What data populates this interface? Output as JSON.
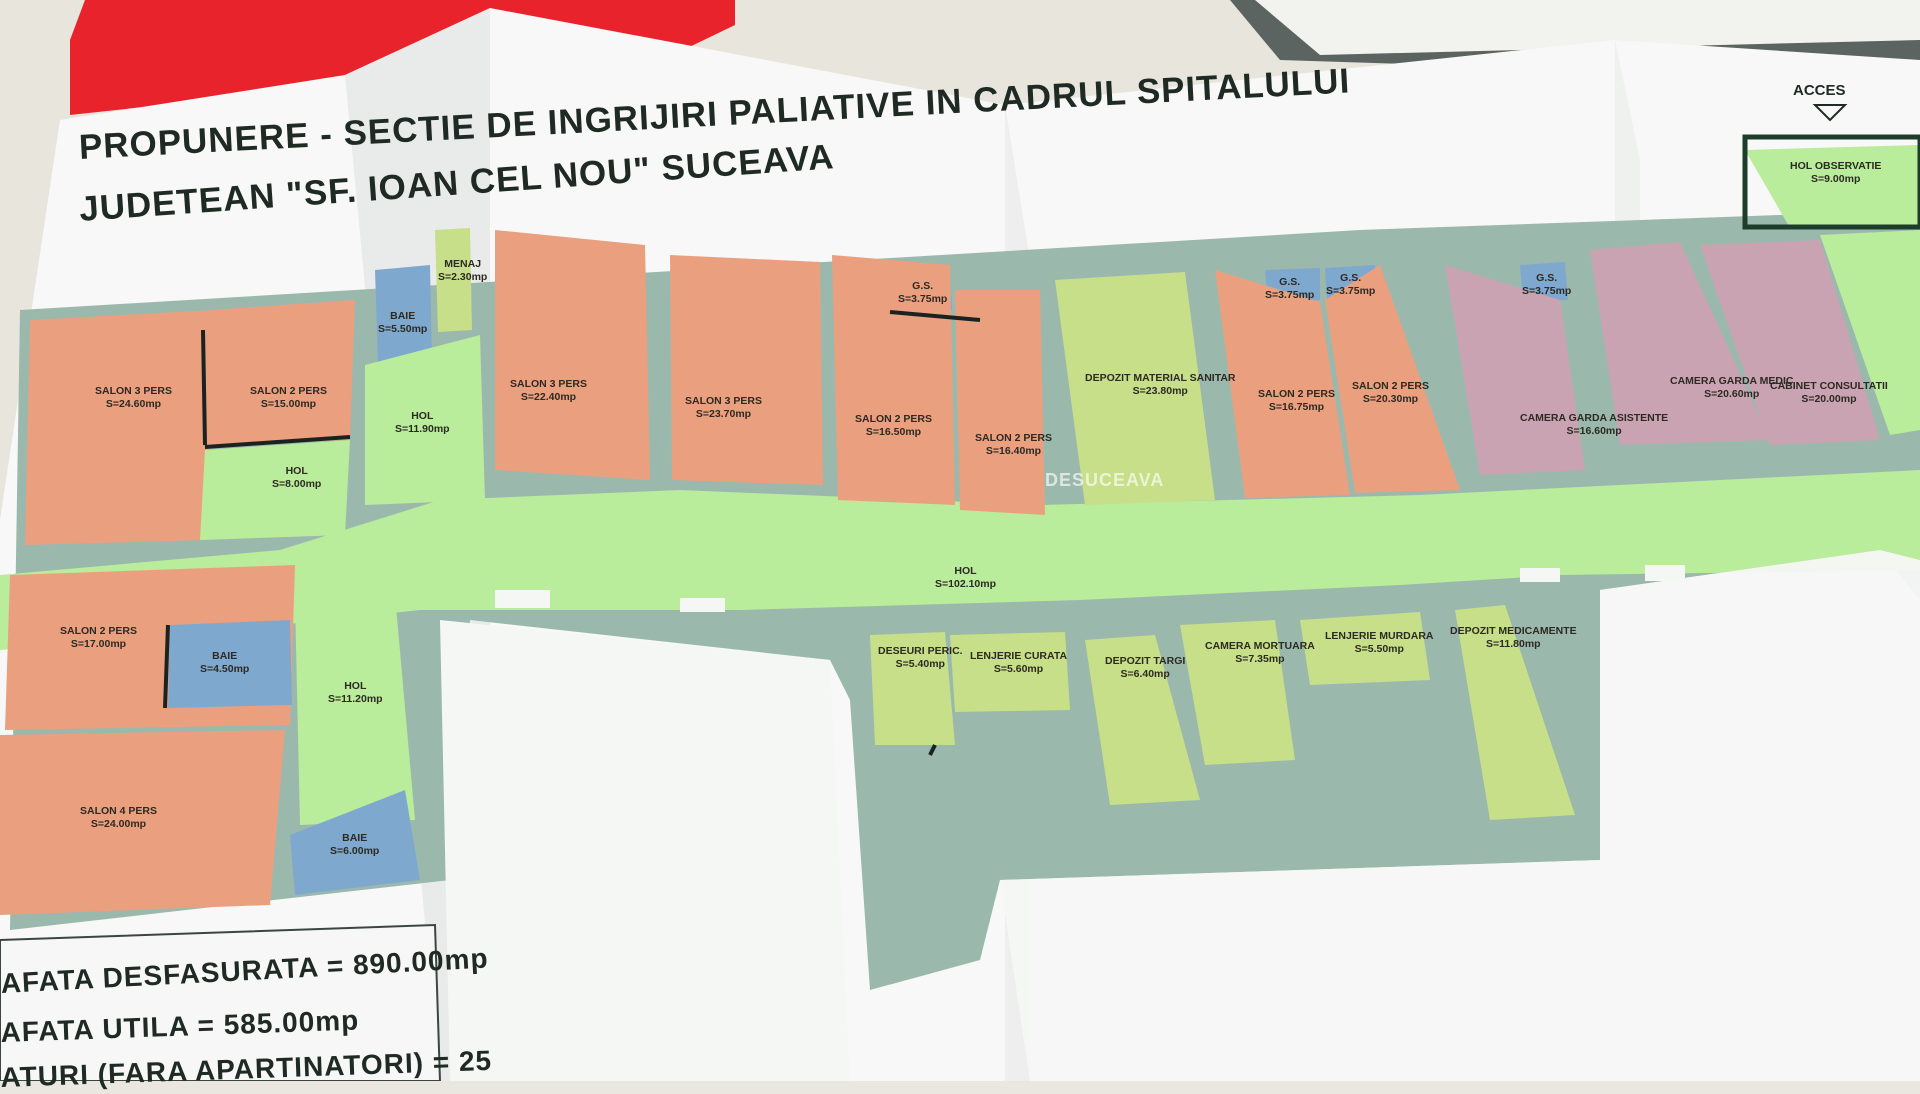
{
  "plan": {
    "title_lines": [
      "PROPUNERE - SECTIE DE INGRIJIRI PALIATIVE IN CADRUL SPITALULUI",
      "JUDETEAN \"SF. IOAN CEL NOU\" SUCEAVA"
    ],
    "entrance_label": "ACCES",
    "watermark": "DESUCEAVA",
    "totals": [
      "AFATA DESFASURATA = 890.00mp",
      "AFATA UTILA = 585.00mp",
      "ATURI (FARA APARTINATORI) = 25"
    ],
    "rooms": [
      {
        "name": "SALON 3 PERS",
        "area": "S=24.60mp"
      },
      {
        "name": "SALON 2 PERS",
        "area": "S=15.00mp"
      },
      {
        "name": "HOL",
        "area": "S=8.00mp"
      },
      {
        "name": "BAIE",
        "area": "S=5.50mp"
      },
      {
        "name": "MENAJ",
        "area": "S=2.30mp"
      },
      {
        "name": "HOL",
        "area": "S=11.90mp"
      },
      {
        "name": "SALON 3 PERS",
        "area": "S=22.40mp"
      },
      {
        "name": "SALON 3 PERS",
        "area": "S=23.70mp"
      },
      {
        "name": "G.S.",
        "area": "S=3.75mp"
      },
      {
        "name": "SALON 2 PERS",
        "area": "S=16.50mp"
      },
      {
        "name": "SALON 2 PERS",
        "area": "S=16.40mp"
      },
      {
        "name": "DEPOZIT MATERIAL SANITAR",
        "area": "S=23.80mp"
      },
      {
        "name": "G.S.",
        "area": "S=3.75mp"
      },
      {
        "name": "G.S.",
        "area": "S=3.75mp"
      },
      {
        "name": "SALON 2 PERS",
        "area": "S=16.75mp"
      },
      {
        "name": "SALON 2 PERS",
        "area": "S=20.30mp"
      },
      {
        "name": "G.S.",
        "area": "S=3.75mp"
      },
      {
        "name": "CAMERA GARDA ASISTENTE",
        "area": "S=16.60mp"
      },
      {
        "name": "CAMERA GARDA MEDIC",
        "area": "S=20.60mp"
      },
      {
        "name": "CABINET CONSULTATII",
        "area": "S=20.00mp"
      },
      {
        "name": "SALON 2 PERS",
        "area": "S=17.00mp"
      },
      {
        "name": "BAIE",
        "area": "S=4.50mp"
      },
      {
        "name": "HOL",
        "area": "S=11.20mp"
      },
      {
        "name": "SALON 4 PERS",
        "area": "S=24.00mp"
      },
      {
        "name": "BAIE",
        "area": "S=6.00mp"
      },
      {
        "name": "HOL",
        "area": "S=102.10mp"
      },
      {
        "name": "DESEURI PERIC.",
        "area": "S=5.40mp"
      },
      {
        "name": "LENJERIE CURATA",
        "area": "S=5.60mp"
      },
      {
        "name": "DEPOZIT TARGI",
        "area": "S=6.40mp"
      },
      {
        "name": "CAMERA MORTUARA",
        "area": "S=7.35mp"
      },
      {
        "name": "LENJERIE MURDARA",
        "area": "S=5.50mp"
      },
      {
        "name": "DEPOZIT MEDICAMENTE",
        "area": "S=11.80mp"
      },
      {
        "name": "HOL OBSERVATIE",
        "area": "S=9.00mp"
      }
    ]
  },
  "colors": {
    "salon": "#eaa07f",
    "corridor": "#b9ec9b",
    "bath": "#7fa8cf",
    "storage": "#c7df88",
    "staff": "#c9a3b2",
    "wall": "#8fb0a4",
    "binder": "#e8232c",
    "paper": "#f6f7f6"
  }
}
